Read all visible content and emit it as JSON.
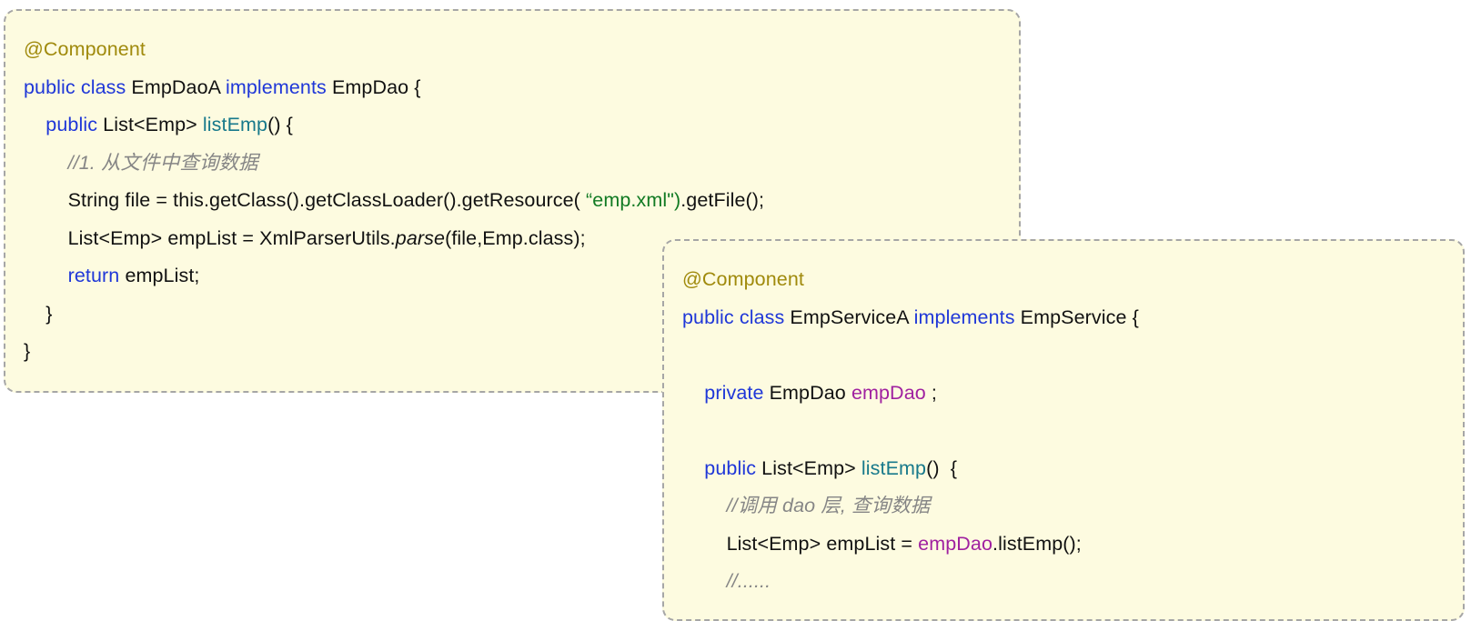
{
  "background_color": "#ffffff",
  "panels": [
    {
      "id": "emp-dao-a",
      "title": "EmpDaoA class snippet",
      "background_color": "#FDFBE0",
      "border_color": "#A6A6A6",
      "lines": [
        {
          "indent": 0,
          "tokens": [
            {
              "t": "@Component",
              "c": "annotation"
            }
          ]
        },
        {
          "indent": 0,
          "tokens": [
            {
              "t": "public class ",
              "c": "keyword"
            },
            {
              "t": "EmpDaoA ",
              "c": "plain"
            },
            {
              "t": "implements ",
              "c": "keyword"
            },
            {
              "t": "EmpDao {",
              "c": "plain"
            }
          ]
        },
        {
          "indent": 1,
          "tokens": [
            {
              "t": "public ",
              "c": "keyword"
            },
            {
              "t": "List<Emp> ",
              "c": "plain"
            },
            {
              "t": "listEmp",
              "c": "method"
            },
            {
              "t": "() {",
              "c": "plain"
            }
          ]
        },
        {
          "indent": 2,
          "tokens": [
            {
              "t": "//1. 从文件中查询数据",
              "c": "comment"
            }
          ]
        },
        {
          "indent": 2,
          "tokens": [
            {
              "t": "String file = this.getClass().getClassLoader().getResource( ",
              "c": "plain"
            },
            {
              "t": "“emp.xml\")",
              "c": "string"
            },
            {
              "t": ".getFile();",
              "c": "plain"
            }
          ]
        },
        {
          "indent": 2,
          "tokens": [
            {
              "t": "List<Emp> empList = XmlParserUtils.",
              "c": "plain"
            },
            {
              "t": "parse",
              "c": "italic"
            },
            {
              "t": "(file,Emp.class);",
              "c": "plain"
            }
          ]
        },
        {
          "indent": 2,
          "tokens": [
            {
              "t": "return ",
              "c": "keyword"
            },
            {
              "t": "empList;",
              "c": "plain"
            }
          ]
        },
        {
          "indent": 1,
          "tokens": [
            {
              "t": "}",
              "c": "plain"
            }
          ]
        },
        {
          "indent": 0,
          "tokens": [
            {
              "t": "}",
              "c": "plain"
            }
          ]
        }
      ]
    },
    {
      "id": "emp-service-a",
      "title": "EmpServiceA class snippet",
      "background_color": "#FDFBE0",
      "border_color": "#A6A6A6",
      "lines": [
        {
          "indent": 0,
          "tokens": [
            {
              "t": "@Component",
              "c": "annotation"
            }
          ]
        },
        {
          "indent": 0,
          "tokens": [
            {
              "t": "public class ",
              "c": "keyword"
            },
            {
              "t": "EmpServiceA ",
              "c": "plain"
            },
            {
              "t": "implements ",
              "c": "keyword"
            },
            {
              "t": "EmpService {",
              "c": "plain"
            }
          ]
        },
        {
          "indent": 0,
          "tokens": [
            {
              "t": " ",
              "c": "plain"
            }
          ]
        },
        {
          "indent": 1,
          "tokens": [
            {
              "t": "private ",
              "c": "keyword"
            },
            {
              "t": "EmpDao ",
              "c": "plain"
            },
            {
              "t": "empDao",
              "c": "field"
            },
            {
              "t": " ;",
              "c": "plain"
            }
          ]
        },
        {
          "indent": 0,
          "tokens": [
            {
              "t": " ",
              "c": "plain"
            }
          ]
        },
        {
          "indent": 1,
          "tokens": [
            {
              "t": "public ",
              "c": "keyword"
            },
            {
              "t": "List<Emp> ",
              "c": "plain"
            },
            {
              "t": "listEmp",
              "c": "method"
            },
            {
              "t": "()  {",
              "c": "plain"
            }
          ]
        },
        {
          "indent": 2,
          "tokens": [
            {
              "t": "//调用 dao 层, 查询数据",
              "c": "comment"
            }
          ]
        },
        {
          "indent": 2,
          "tokens": [
            {
              "t": "List<Emp> empList = ",
              "c": "plain"
            },
            {
              "t": "empDao",
              "c": "field"
            },
            {
              "t": ".listEmp();",
              "c": "plain"
            }
          ]
        },
        {
          "indent": 2,
          "tokens": [
            {
              "t": "//......",
              "c": "comment"
            }
          ]
        }
      ]
    }
  ]
}
